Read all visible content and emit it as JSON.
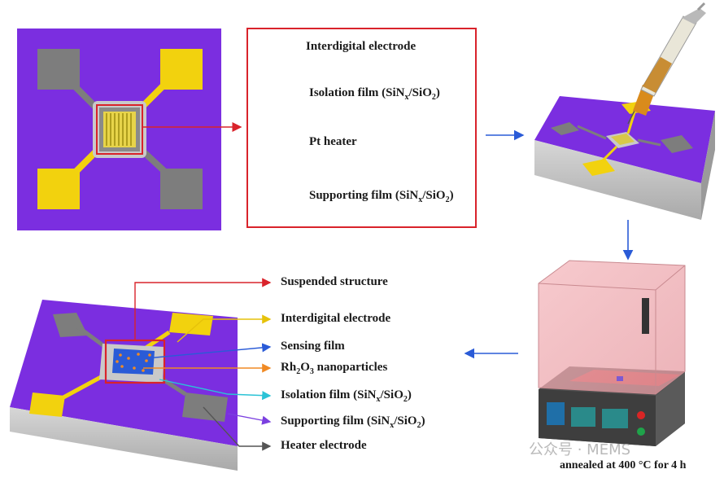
{
  "legend": {
    "items": [
      {
        "key": "interdigital",
        "text": "Interdigital electrode"
      },
      {
        "key": "isolation",
        "pre": "Isolation film (SiN",
        "sub1": "x",
        "mid": "/SiO",
        "sub2": "2",
        "post": ")"
      },
      {
        "key": "heater",
        "text": "Pt heater"
      },
      {
        "key": "supporting",
        "pre": "Supporting film (SiN",
        "sub1": "x",
        "mid": "/SiO",
        "sub2": "2",
        "post": ")"
      }
    ]
  },
  "annotations": {
    "suspended": "Suspended structure",
    "interdigital": "Interdigital electrode",
    "sensing": "Sensing film",
    "rh2o3": {
      "pre": "Rh",
      "sub1": "2",
      "mid": "O",
      "sub2": "3",
      "post": " nanoparticles"
    },
    "isolation": {
      "pre": "Isolation film (SiN",
      "sub1": "x",
      "mid": "/SiO",
      "sub2": "2",
      "post": ")"
    },
    "supporting": {
      "pre": "Supporting film (SiN",
      "sub1": "x",
      "mid": "/SiO",
      "sub2": "2",
      "post": ")"
    },
    "heater_electrode": "Heater electrode"
  },
  "furnace_caption": "annealed at 400 °C for 4 h",
  "watermark": "公众号 · MEMS",
  "colors": {
    "substrate": "#7b2ee0",
    "substrate_dark": "#5a1fb0",
    "pad_gold": "#f2d20e",
    "pad_gray": "#7d7d7d",
    "red": "#d9232b",
    "blue_arrow": "#2a5bd7",
    "cyan": "#2bc3d6",
    "orange": "#f08a24",
    "violet_line": "#7b3fe0",
    "gray_line": "#6d6d6d"
  },
  "icons": [
    "syringe-icon",
    "furnace-icon",
    "arrow-right-icon",
    "arrow-down-icon",
    "arrow-left-icon"
  ]
}
